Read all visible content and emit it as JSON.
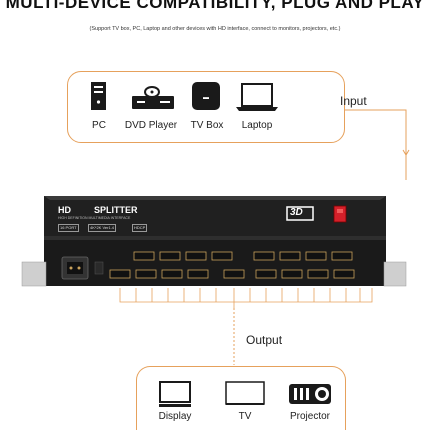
{
  "headline": "MULTI-DEVICE COMPATIBILITY, PLUG AND PLAY",
  "subtitle": "(Support TV box, PC, Laptop and other devices with HD interface, connect to monitors, projectors, etc.)",
  "input": {
    "label": "Input",
    "devices": [
      {
        "label": "PC",
        "icon": "pc-tower-icon"
      },
      {
        "label": "DVD Player",
        "icon": "dvd-player-icon"
      },
      {
        "label": "TV Box",
        "icon": "tv-box-icon"
      },
      {
        "label": "Laptop",
        "icon": "laptop-icon"
      }
    ]
  },
  "splitter": {
    "brand": "HD",
    "name": "SPLITTER",
    "tagline": "HIGH DEFINITION MULTIMEDIA INTERFACE",
    "tags": [
      "16 PORT",
      "4K*2K Ver1.4",
      "HDCP"
    ],
    "badge": "3D"
  },
  "output": {
    "label": "Output",
    "devices": [
      {
        "label": "Display",
        "icon": "display-icon"
      },
      {
        "label": "TV",
        "icon": "tv-icon"
      },
      {
        "label": "Projector",
        "icon": "projector-icon"
      }
    ]
  },
  "colors": {
    "accent": "#e6a15c",
    "device_body": "#1e1e1e",
    "power_switch": "#d4202a",
    "port": "#c9a25c"
  }
}
